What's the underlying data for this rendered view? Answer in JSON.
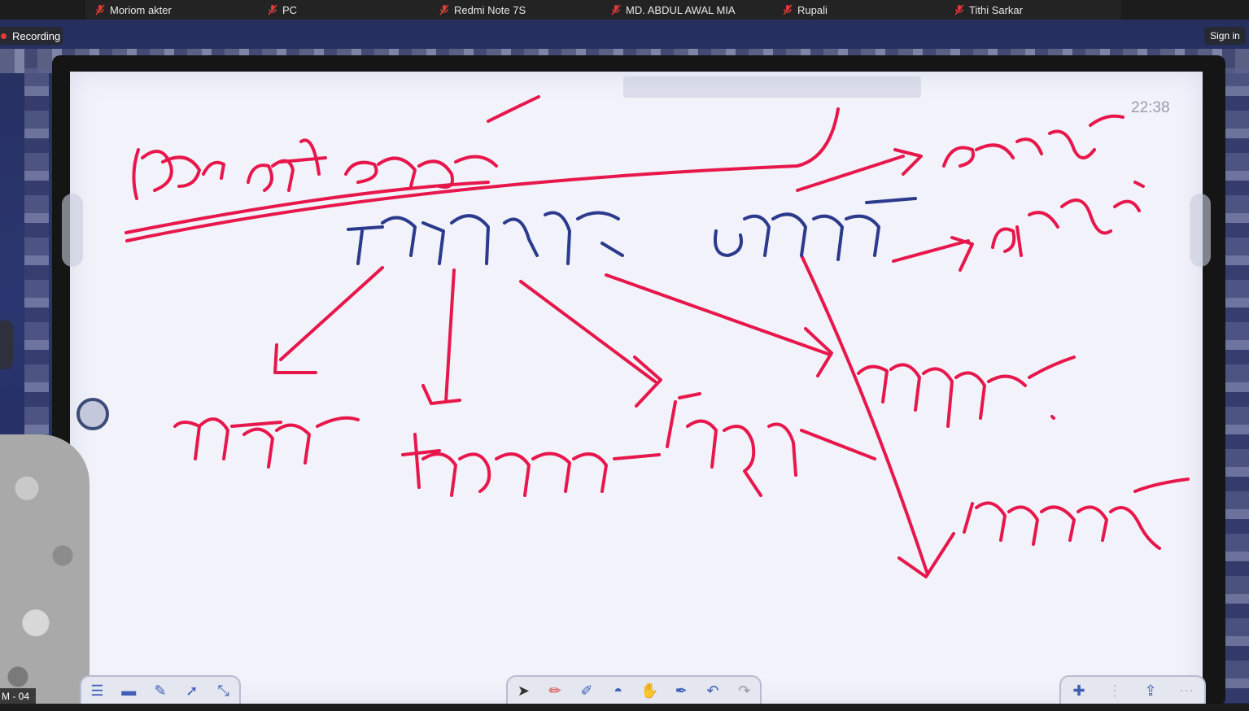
{
  "participants": [
    {
      "name": "Moriom akter",
      "muted": true
    },
    {
      "name": "PC",
      "muted": true
    },
    {
      "name": "Redmi Note 7S",
      "muted": true
    },
    {
      "name": "MD. ABDUL AWAL MIA",
      "muted": true
    },
    {
      "name": "Rupali",
      "muted": true
    },
    {
      "name": "Tithi Sarkar",
      "muted": true
    }
  ],
  "overlay": {
    "recording_label": "Recording",
    "signin_label": "Sign in",
    "speaker_name_tag": "M - 04"
  },
  "whiteboard": {
    "clock": "22:38",
    "ink_colors": {
      "red": "#e8174b",
      "blue": "#2b3a8c"
    }
  },
  "colors": {
    "topbar": "#1c1c1c",
    "recording_dot": "#e53935"
  }
}
